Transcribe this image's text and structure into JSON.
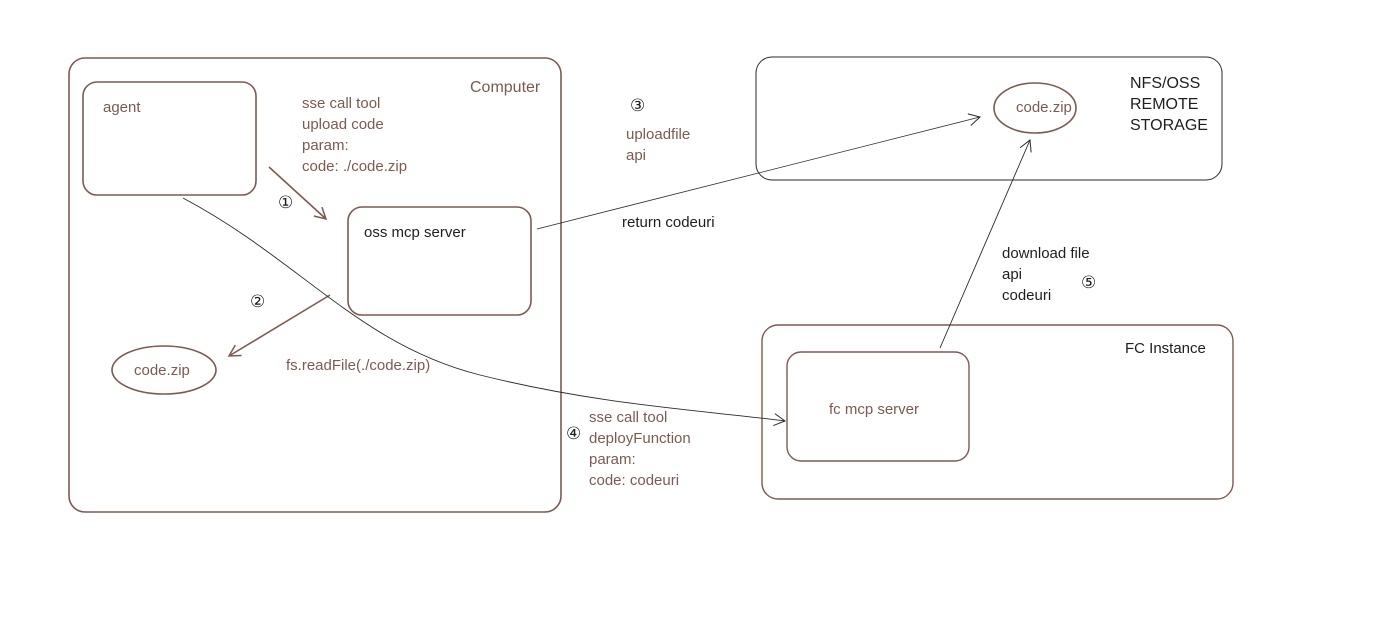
{
  "colors": {
    "stroke": "#7b5b50",
    "text_brown": "#7b5b50",
    "text_dark": "#1e1e1e",
    "connector": "#2a2a2a"
  },
  "containers": {
    "computer": "Computer",
    "storage": [
      "NFS/OSS",
      "REMOTE",
      "STORAGE"
    ],
    "fc_instance": "FC Instance"
  },
  "nodes": {
    "agent": "agent",
    "oss_mcp_server": "oss mcp server",
    "local_code_zip": "code.zip",
    "remote_code_zip": "code.zip",
    "fc_mcp_server": "fc mcp server"
  },
  "steps": {
    "step1": {
      "marker": "①",
      "lines": [
        "sse call tool",
        "upload code",
        "param:",
        "code: ./code.zip"
      ]
    },
    "step2": {
      "marker": "②",
      "lines": [
        "fs.readFile(./code.zip)"
      ]
    },
    "step3": {
      "marker": "③",
      "lines": [
        "uploadfile",
        "api"
      ],
      "return": "return codeuri"
    },
    "step4": {
      "marker": "④",
      "lines": [
        "sse call tool",
        "deployFunction",
        "param:",
        "code: codeuri"
      ]
    },
    "step5": {
      "marker": "⑤",
      "lines": [
        "download file",
        "api",
        "codeuri"
      ]
    }
  }
}
